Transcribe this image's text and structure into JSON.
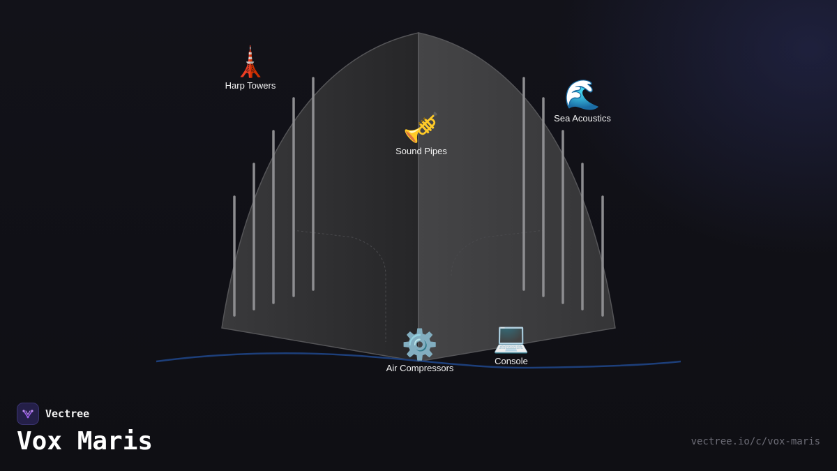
{
  "diagram": {
    "nodes": [
      {
        "id": "harp-towers",
        "icon": "tower-icon",
        "emoji": "🗼",
        "label": "Harp Towers"
      },
      {
        "id": "sea-acoustics",
        "icon": "wave-icon",
        "emoji": "🌊",
        "label": "Sea Acoustics"
      },
      {
        "id": "sound-pipes",
        "icon": "trumpet-icon",
        "emoji": "🎺",
        "label": "Sound Pipes"
      },
      {
        "id": "air-compressors",
        "icon": "gear-icon",
        "emoji": "⚙️",
        "label": "Air Compressors"
      },
      {
        "id": "console",
        "icon": "laptop-icon",
        "emoji": "💻",
        "label": "Console"
      }
    ],
    "colors": {
      "shell_left": "#2e2e30",
      "shell_right": "#3c3c3e",
      "pipe": "#8a8a8c",
      "shoreline": "#1d3f7a"
    }
  },
  "footer": {
    "brand_name": "Vectree",
    "title": "Vox Maris",
    "url": "vectree.io/c/vox-maris"
  }
}
